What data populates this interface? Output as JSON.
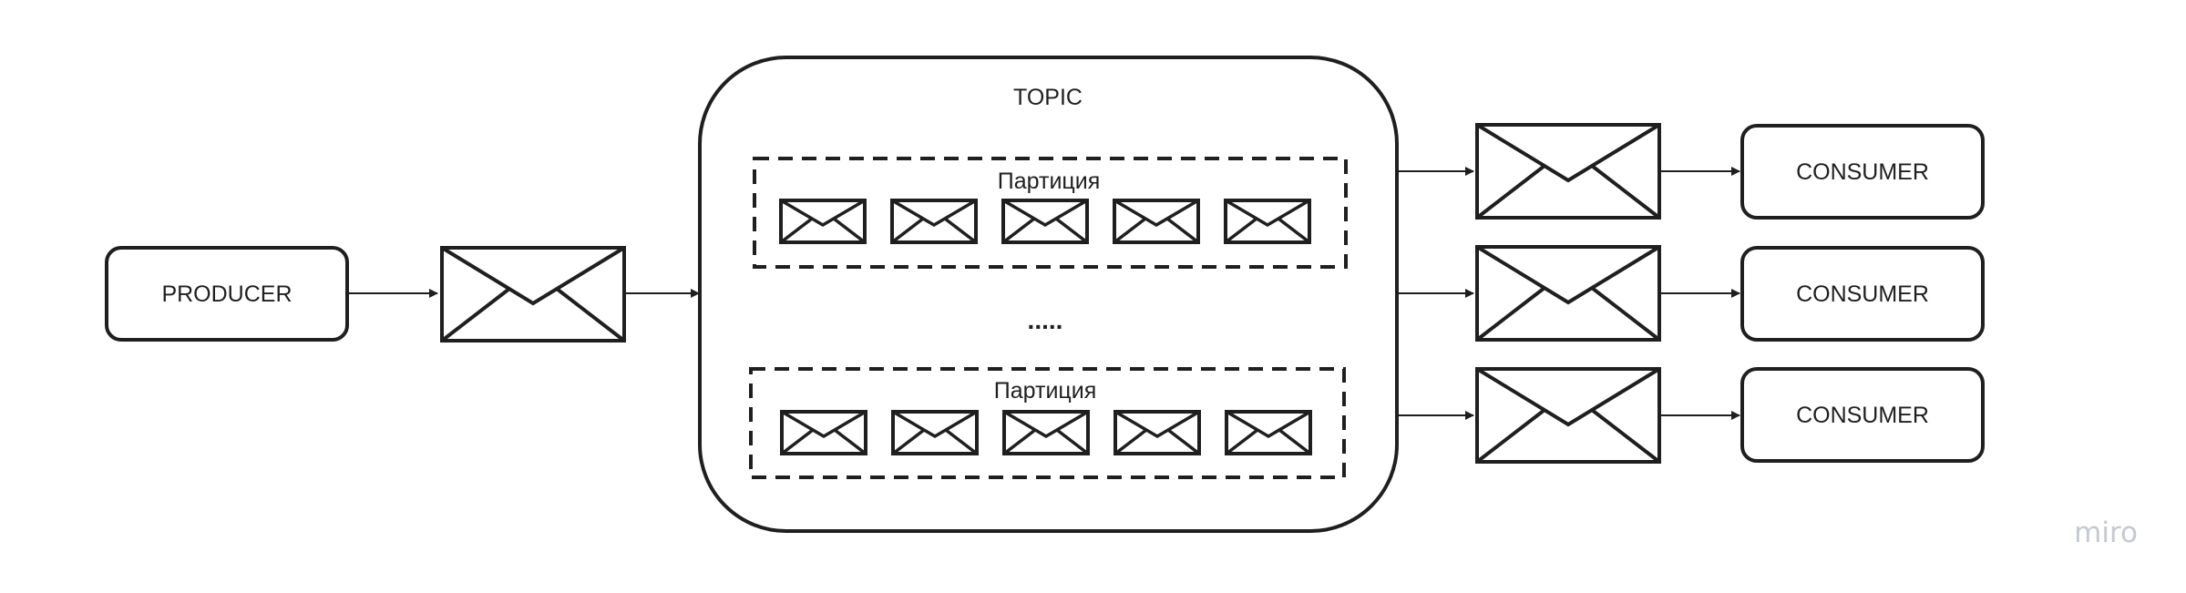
{
  "diagram": {
    "producer": {
      "label": "PRODUCER"
    },
    "topic": {
      "label": "TOPIC"
    },
    "partitions": [
      {
        "label": "Партиция",
        "message_count": 5
      },
      {
        "label": "Партиция",
        "message_count": 5
      }
    ],
    "ellipsis": ".....",
    "consumers": [
      {
        "label": "CONSUMER"
      },
      {
        "label": "CONSUMER"
      },
      {
        "label": "CONSUMER"
      }
    ]
  },
  "watermark": "miro",
  "colors": {
    "stroke": "#1f1f1f",
    "background": "#ffffff",
    "watermark": "#c6c9d1"
  }
}
